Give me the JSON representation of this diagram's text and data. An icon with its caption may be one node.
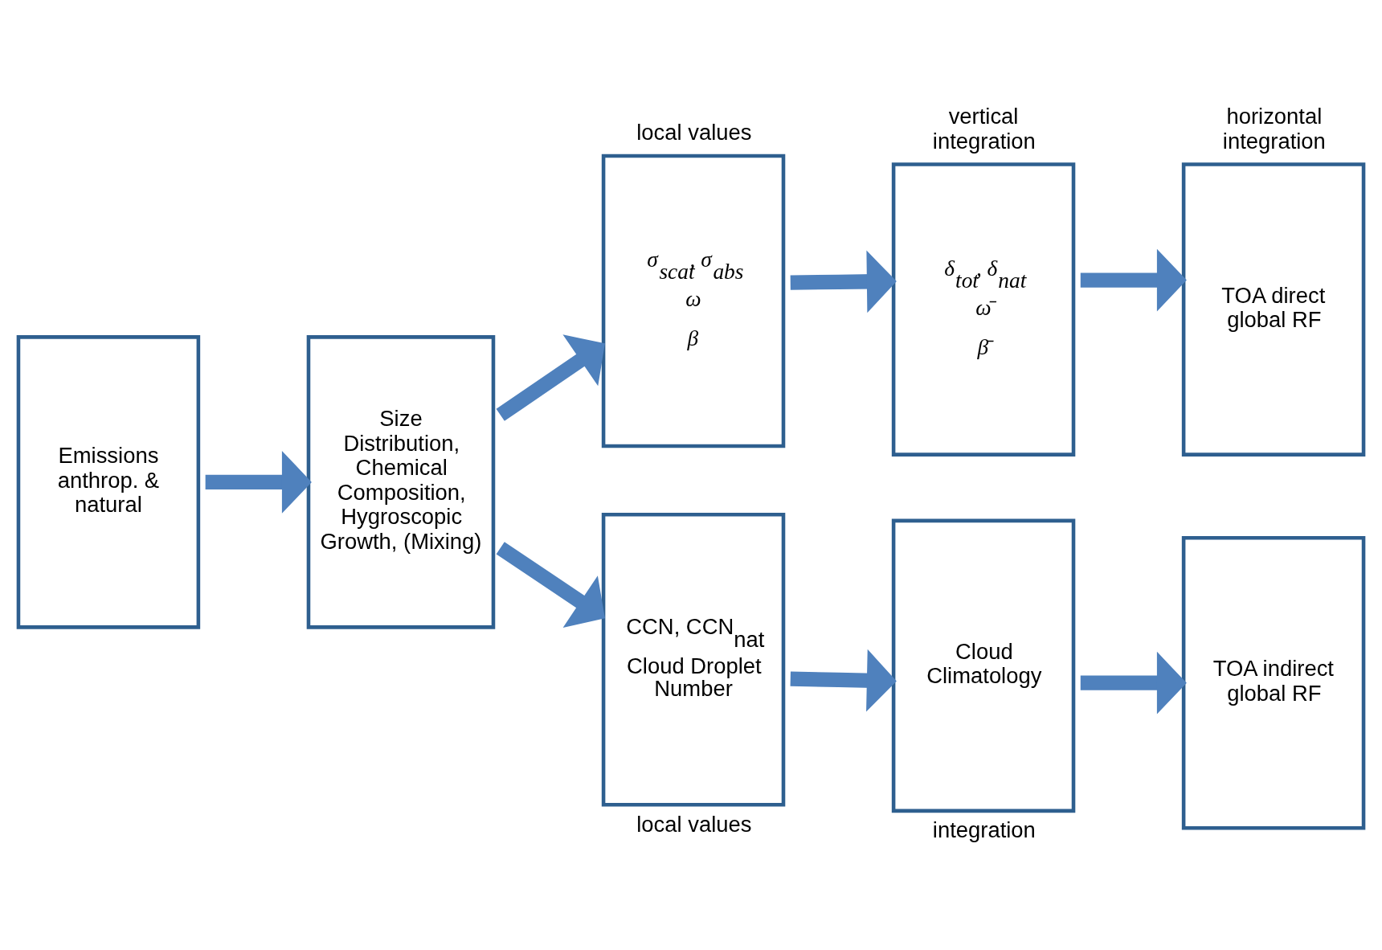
{
  "diagram": {
    "nodes": [
      {
        "text": [
          "Emissions anthrop. & natural"
        ]
      },
      {
        "text": [
          "Size Distribution, Chemical Composition, Hygroscopic Growth, (Mixing)"
        ]
      },
      {
        "text": [
          "σ$_{scat}$, σ$_{abs}$",
          "ω",
          "β"
        ],
        "beside": [
          "local values"
        ]
      },
      {
        "text": [
          "δ$_{tot}$, δ$_{nat}$",
          "ω̄",
          "β̄"
        ],
        "beside": [
          "vertical integration"
        ]
      },
      {
        "text": [
          "TOA direct global RF"
        ],
        "beside": [
          "horizontal integration"
        ]
      },
      {
        "text": [
          "CCN, CCN$_{nat}$",
          "Cloud Droplet Number"
        ],
        "beside": [
          "local values"
        ]
      },
      {
        "text": [
          "Cloud Climatology"
        ],
        "beside": [
          "integration"
        ]
      },
      {
        "text": [
          "TOA indirect global RF"
        ]
      }
    ],
    "edges": [
      {
        "from": 0,
        "to": 1,
        "arrow": "to"
      },
      {
        "from": 1,
        "to": 2,
        "arrow": "to"
      },
      {
        "from": 2,
        "to": 3,
        "arrow": "to"
      },
      {
        "from": 3,
        "to": 4,
        "arrow": "to"
      },
      {
        "from": 1,
        "to": 5,
        "arrow": "to"
      },
      {
        "from": 5,
        "to": 6,
        "arrow": "to"
      },
      {
        "from": 6,
        "to": 7,
        "arrow": "to"
      }
    ]
  }
}
